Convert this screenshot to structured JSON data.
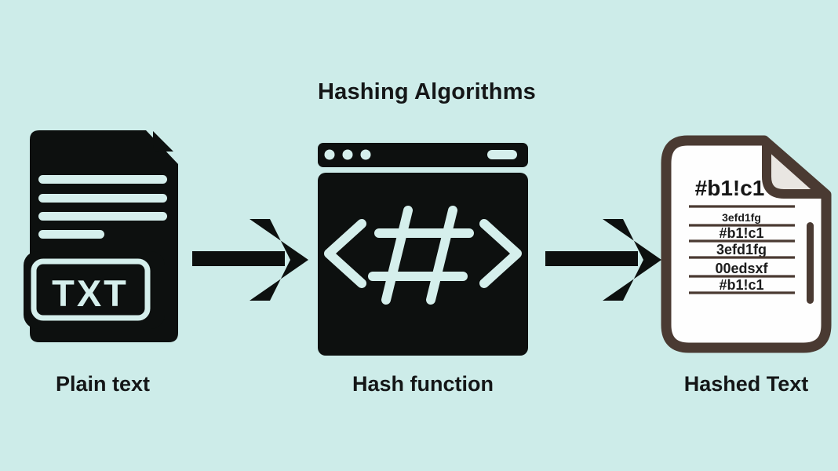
{
  "title": "Hashing Algorithms",
  "colors": {
    "background": "#cdece9",
    "ink": "#0d100f",
    "accent_light": "#d5efec",
    "document_outline": "#4a3a32",
    "document_paper": "#fefefe",
    "fold_gray": "#e9e6e2",
    "text": "#141617"
  },
  "icons": {
    "txt_file": "black text file with folded corner and TXT badge",
    "hash_window": "black browser window containing <#> code symbol",
    "arrow_right": "thick black right arrow",
    "hashed_document": "outlined paper sheet listing hash values"
  },
  "stages": {
    "plain_text": {
      "label": "Plain text",
      "badge": "TXT"
    },
    "hash_function": {
      "label": "Hash function",
      "symbol": "<#>"
    },
    "hashed_text": {
      "label": "Hashed Text",
      "header": "#b1!c1",
      "rows": [
        "3efd1fg",
        "#b1!c1",
        "3efd1fg",
        "00edsxf",
        "#b1!c1"
      ]
    }
  }
}
